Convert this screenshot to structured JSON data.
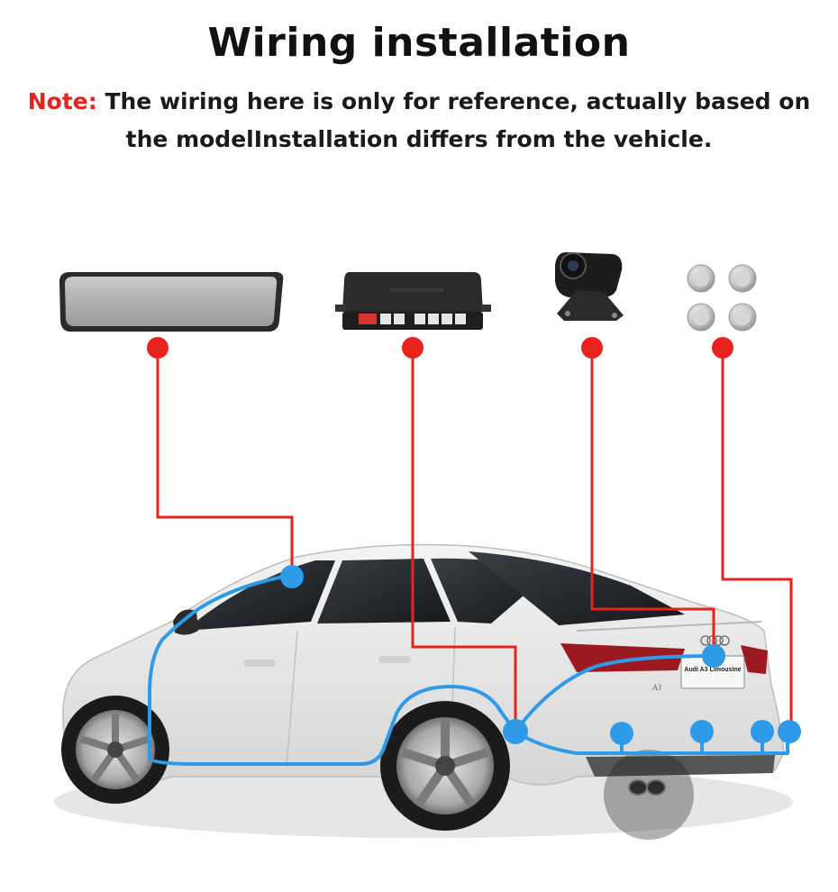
{
  "title": "Wiring installation",
  "note": {
    "label": "Note:",
    "text": " The wiring here is only for reference, actually based on the modelInstallation differs from the vehicle."
  },
  "car": {
    "plate_text": "Audi A3 Limousine",
    "badge_text": "A3"
  },
  "components": [
    {
      "icon": "rearview-mirror-monitor-icon"
    },
    {
      "icon": "parking-sensor-control-box-icon"
    },
    {
      "icon": "rear-camera-icon"
    },
    {
      "icon": "parking-sensors-icon"
    }
  ],
  "colors": {
    "wire_red": "#e8231e",
    "wire_blue": "#2f9ae8",
    "note_label": "#e8231e"
  }
}
